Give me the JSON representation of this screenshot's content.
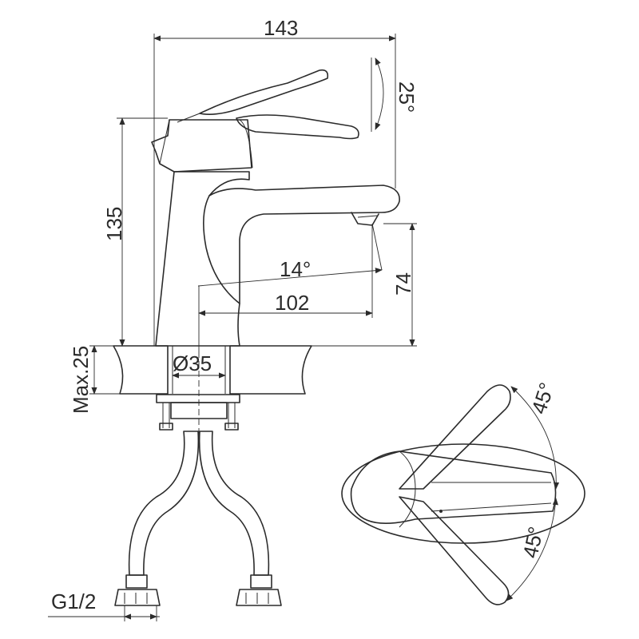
{
  "labels": {
    "overall_width": "143",
    "handle_angle": "25°",
    "overall_height": "135",
    "spout_angle": "14°",
    "spout_height": "74",
    "spout_reach": "102",
    "max_thickness": "Max.25",
    "hole_diameter": "Ø35",
    "thread": "G1/2",
    "rotation_upper": "45°",
    "rotation_lower": "45°"
  }
}
